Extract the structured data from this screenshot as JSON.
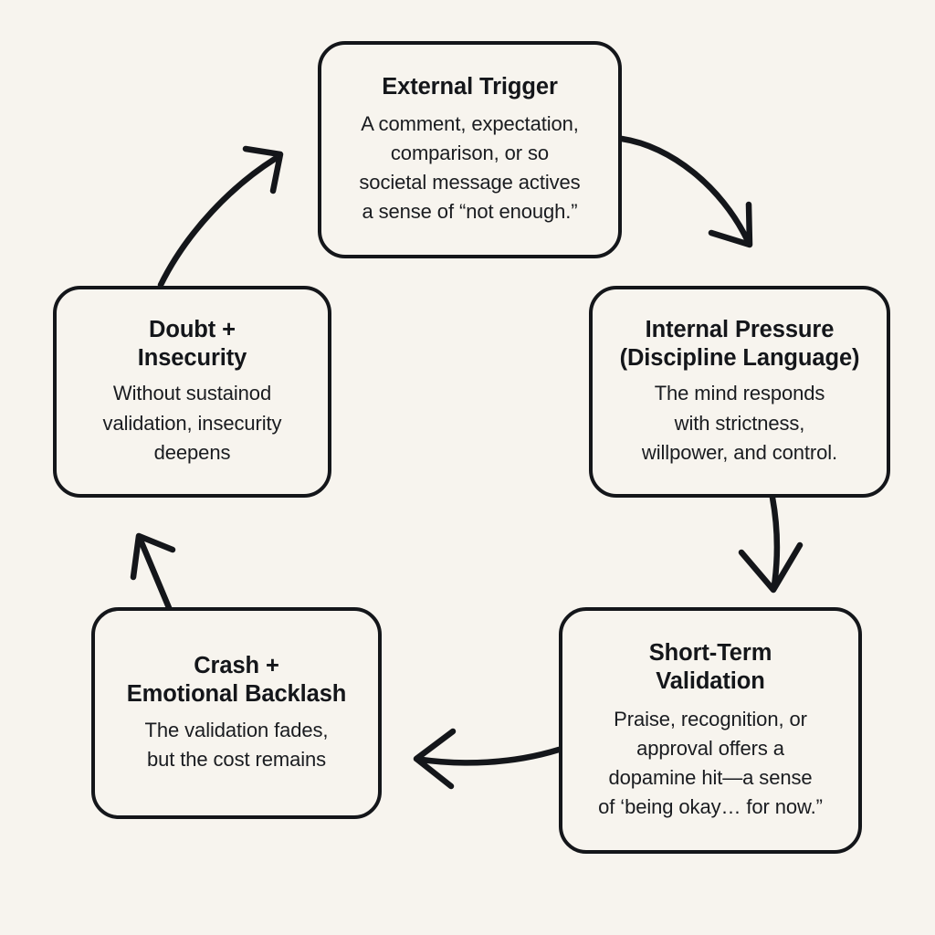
{
  "diagram": {
    "type": "cycle-flowchart",
    "background_color": "#f7f4ee",
    "line_color": "#14161a",
    "nodes": [
      {
        "id": "external-trigger",
        "title": "External Trigger",
        "description": "A comment, expectation,\ncomparison, or so\nsocietal message actives\na sense of “not enough.”"
      },
      {
        "id": "internal-pressure",
        "title": "Internal Pressure\n(Discipline Language)",
        "description": "The mind responds\nwith strictness,\nwillpower, and control."
      },
      {
        "id": "short-term-validation",
        "title": "Short-Term\nValidation",
        "description": "Praise, recognition, or\napproval offers a\ndopamine hit—a sense\nof ‘being okay… for now.”"
      },
      {
        "id": "crash-backlash",
        "title": "Crash +\nEmotional Backlash",
        "description": "The validation fades,\nbut the cost remains"
      },
      {
        "id": "doubt-insecurity",
        "title": "Doubt +\nInsecurity",
        "description": "Without sustainod\nvalidation, insecurity\ndeepens"
      }
    ],
    "connections": [
      {
        "id": "trigger-to-pressure",
        "from": "external-trigger",
        "to": "internal-pressure"
      },
      {
        "id": "pressure-to-validation",
        "from": "internal-pressure",
        "to": "short-term-validation"
      },
      {
        "id": "validation-to-crash",
        "from": "short-term-validation",
        "to": "crash-backlash"
      },
      {
        "id": "crash-to-doubt",
        "from": "crash-backlash",
        "to": "doubt-insecurity"
      },
      {
        "id": "doubt-to-trigger",
        "from": "doubt-insecurity",
        "to": "external-trigger"
      }
    ]
  }
}
